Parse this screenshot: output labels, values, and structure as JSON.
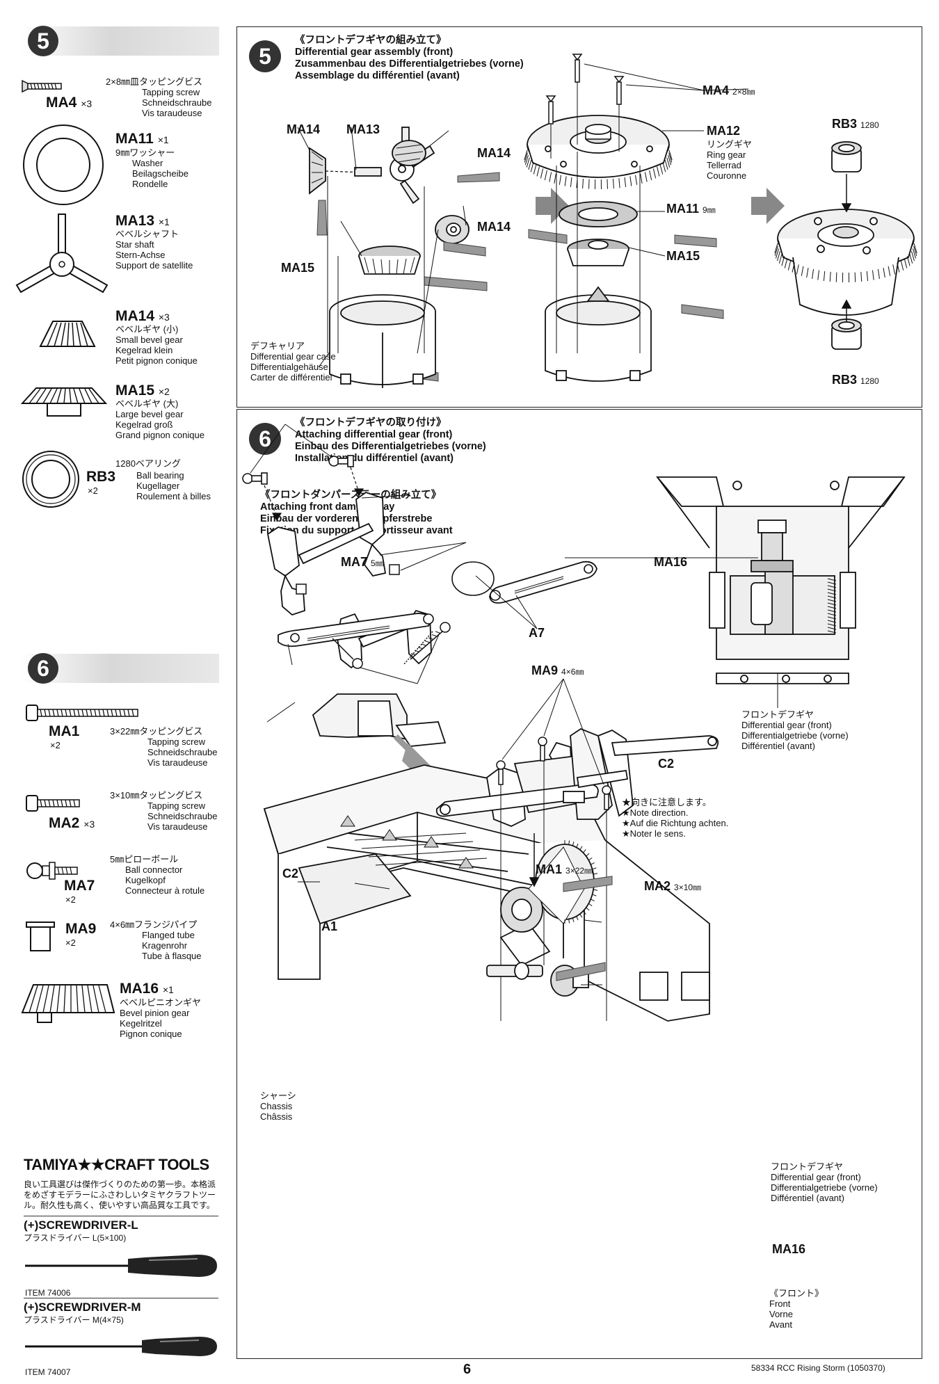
{
  "left": {
    "step5_number": "5",
    "step5_parts": [
      {
        "code": "MA4",
        "qty": "×3",
        "lines": [
          "2×8㎜皿タッピングビス",
          "Tapping screw",
          "Schneidschraube",
          "Vis taraudeuse"
        ]
      },
      {
        "code": "MA11",
        "qty": "×1",
        "lines": [
          "9㎜ワッシャー",
          "Washer",
          "Beilagscheibe",
          "Rondelle"
        ]
      },
      {
        "code": "MA13",
        "qty": "×1",
        "lines": [
          "ベベルシャフト",
          "Star shaft",
          "Stern-Achse",
          "Support de satellite"
        ]
      },
      {
        "code": "MA14",
        "qty": "×3",
        "lines": [
          "ベベルギヤ (小)",
          "Small bevel gear",
          "Kegelrad klein",
          "Petit pignon conique"
        ]
      },
      {
        "code": "MA15",
        "qty": "×2",
        "lines": [
          "ベベルギヤ (大)",
          "Large bevel gear",
          "Kegelrad groß",
          "Grand pignon conique"
        ]
      },
      {
        "code": "RB3",
        "qty": "×2",
        "lines": [
          "1280ベアリング",
          "Ball bearing",
          "Kugellager",
          "Roulement à billes"
        ]
      }
    ],
    "step6_number": "6",
    "step6_parts": [
      {
        "code": "MA1",
        "qty": "×2",
        "lines": [
          "3×22㎜タッピングビス",
          "Tapping screw",
          "Schneidschraube",
          "Vis taraudeuse"
        ]
      },
      {
        "code": "MA2",
        "qty": "×3",
        "lines": [
          "3×10㎜タッピングビス",
          "Tapping screw",
          "Schneidschraube",
          "Vis taraudeuse"
        ]
      },
      {
        "code": "MA7",
        "qty": "×2",
        "lines": [
          "5㎜ピローボール",
          "Ball connector",
          "Kugelkopf",
          "Connecteur à rotule"
        ]
      },
      {
        "code": "MA9",
        "qty": "×2",
        "lines": [
          "4×6㎜フランジパイプ",
          "Flanged tube",
          "Kragenrohr",
          "Tube à flasque"
        ]
      },
      {
        "code": "MA16",
        "qty": "×1",
        "lines": [
          "ベベルピニオンギヤ",
          "Bevel pinion gear",
          "Kegelritzel",
          "Pignon conique"
        ]
      }
    ],
    "tools": {
      "brand": "TAMIYA★★CRAFT TOOLS",
      "desc": [
        "良い工具選びは傑作づくりのための第一歩。本格派",
        "をめざすモデラーにふさわしいタミヤクラフトツー",
        "ル。耐久性も高く、使いやすい高品質な工具です。"
      ],
      "items": [
        {
          "name": "(+)SCREWDRIVER-L",
          "jp": "プラスドライバー L(5×100)",
          "item": "ITEM 74006"
        },
        {
          "name": "(+)SCREWDRIVER-M",
          "jp": "プラスドライバー M(4×75)",
          "item": "ITEM 74007"
        }
      ]
    }
  },
  "step5": {
    "number": "5",
    "title": [
      "《フロントデフギヤの組み立て》",
      "Differential gear assembly (front)",
      "Zusammenbau des Differentialgetriebes (vorne)",
      "Assemblage du différentiel (avant)"
    ],
    "labels": {
      "ma14_a": "MA14",
      "ma13": "MA13",
      "ma14_b": "MA14",
      "ma14_c": "MA14",
      "ma15_a": "MA15",
      "ma4": "MA4",
      "ma4_size": "2×8㎜",
      "ma12": "MA12",
      "ma12_lines": [
        "リングギヤ",
        "Ring gear",
        "Tellerrad",
        "Couronne"
      ],
      "ma11": "MA11",
      "ma11_size": "9㎜",
      "ma15_b": "MA15",
      "rb3_top": "RB3",
      "rb3_top_size": "1280",
      "rb3_bottom": "RB3",
      "rb3_bottom_size": "1280",
      "case_lines": [
        "デフキャリア",
        "Differential gear case",
        "Differentialgehäuse",
        "Carter de différentiel"
      ]
    }
  },
  "step6": {
    "number": "6",
    "title": [
      "《フロントデフギヤの取り付け》",
      "Attaching differential gear (front)",
      "Einbau des Differentialgetriebes (vorne)",
      "Installation du différentiel (avant)"
    ],
    "subtitle": [
      "《フロントダンパーステーの組み立て》",
      "Attaching front damper stay",
      "Einbau der vorderen Dämpferstrebe",
      "Fixation du support d'amortisseur avant"
    ],
    "labels": {
      "ma7": "MA7",
      "ma7_size": "5㎜",
      "a7": "A7",
      "ma9": "MA9",
      "ma9_size": "4×6㎜",
      "c2_right": "C2",
      "c2_left": "C2",
      "ma1": "MA1",
      "ma1_size": "3×22㎜",
      "a1": "A1",
      "ma16_top": "MA16",
      "ma2": "MA2",
      "ma2_size": "3×10㎜",
      "ma16_bottom": "MA16",
      "note": [
        "★向きに注意します。",
        "★Note direction.",
        "★Auf die Richtung achten.",
        "★Noter le sens."
      ],
      "diff_top": [
        "フロントデフギヤ",
        "Differential gear (front)",
        "Differentialgetriebe (vorne)",
        "Différentiel (avant)"
      ],
      "chassis": [
        "シャーシ",
        "Chassis",
        "Châssis"
      ],
      "diff_bottom": [
        "フロントデフギヤ",
        "Differential gear (front)",
        "Differentialgetriebe (vorne)",
        "Différentiel (avant)"
      ],
      "front": [
        "《フロント》",
        "Front",
        "Vorne",
        "Avant"
      ]
    }
  },
  "footer": {
    "page": "6",
    "model": "58334  RCC Rising Storm (1050370)"
  }
}
